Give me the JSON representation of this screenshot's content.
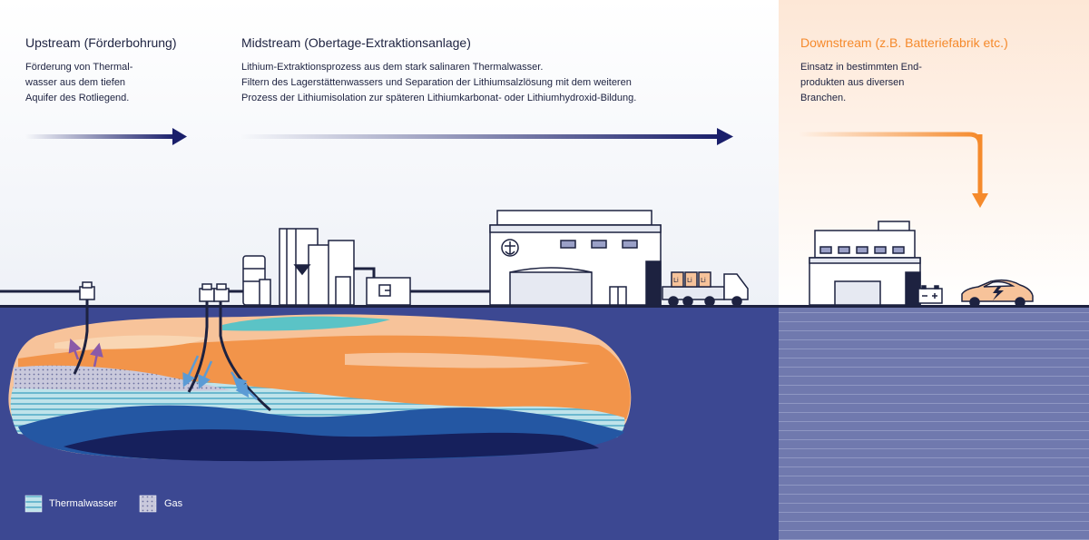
{
  "colors": {
    "navy": "#1a1f6b",
    "orange": "#f58a2c",
    "underground": "#3c4892",
    "text": "#1d2240"
  },
  "upstream": {
    "title": "Upstream (Förderbohrung)",
    "lines": [
      "Förderung von Thermal-",
      "wasser aus dem tiefen",
      "Aquifer des Rotliegend."
    ]
  },
  "midstream": {
    "title": "Midstream (Obertage-Extraktionsanlage)",
    "lines": [
      "Lithium-Extraktionsprozess aus dem stark salinaren Thermalwasser.",
      "Filtern des Lagerstättenwassers und Separation der Lithiumsalzlösung mit dem weiteren",
      "Prozess der Lithiumisolation zur späteren Lithiumkarbonat- oder Lithiumhydroxid-Bildung."
    ]
  },
  "downstream": {
    "title": "Downstream (z.B. Batteriefabrik etc.)",
    "lines": [
      "Einsatz in bestimmten End-",
      "produkten aus diversen",
      "Branchen."
    ]
  },
  "legend": {
    "thermal": "Thermalwasser",
    "gas": "Gas"
  },
  "icons": {
    "battery": "battery-icon",
    "car": "electric-car-icon",
    "truck": "truck-icon",
    "factory": "factory-icon"
  },
  "crate_label": "Li"
}
